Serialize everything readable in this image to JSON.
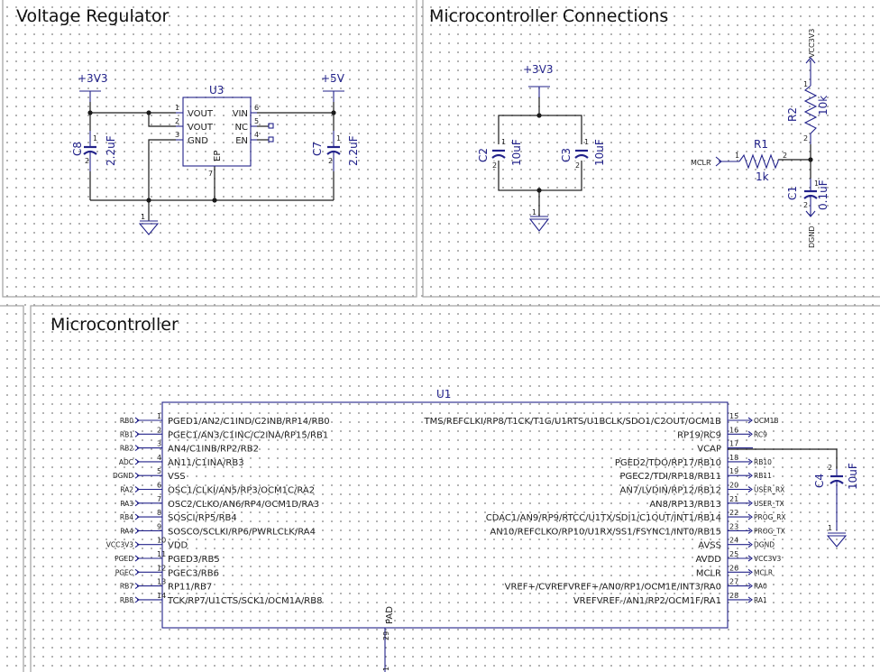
{
  "sheets": {
    "regulator_title": "Voltage Regulator",
    "mcu_conn_title": "Microcontroller Connections",
    "mcu_title": "Microcontroller"
  },
  "regulator": {
    "power_left": "+3V3",
    "power_right": "+5V",
    "u3": {
      "ref": "U3",
      "pins_left": [
        {
          "num": "1",
          "name": "VOUT"
        },
        {
          "num": "2",
          "name": "VOUT"
        },
        {
          "num": "3",
          "name": "GND"
        }
      ],
      "pins_right": [
        {
          "num": "6",
          "name": "VIN"
        },
        {
          "num": "5",
          "name": "NC"
        },
        {
          "num": "4",
          "name": "EN"
        }
      ],
      "pad_name": "EP",
      "pad_num": "7"
    },
    "c8": {
      "ref": "C8",
      "value": "2.2uF",
      "pin1": "1",
      "pin2": "2"
    },
    "c7": {
      "ref": "C7",
      "value": "2.2uF",
      "pin1": "1",
      "pin2": "2"
    },
    "gnd_pin": "1"
  },
  "decoupling": {
    "power": "+3V3",
    "c2": {
      "ref": "C2",
      "value": "10uF",
      "pin1": "1",
      "pin2": "2"
    },
    "c3": {
      "ref": "C3",
      "value": "10uF",
      "pin1": "1",
      "pin2": "2"
    },
    "gnd_pin": "1"
  },
  "reset": {
    "vcc_net": "VCC3V3",
    "r2": {
      "ref": "R2",
      "value": "10k",
      "pin_top": "1",
      "pin_bottom": "2"
    },
    "r1": {
      "ref": "R1",
      "value": "1k",
      "pin_left": "1",
      "pin_right": "2"
    },
    "mclr_net": "MCLR",
    "c1": {
      "ref": "C1",
      "value": "0.1uF",
      "pin1": "1",
      "pin2": "2"
    },
    "gnd_net": "DGND"
  },
  "mcu": {
    "ref": "U1",
    "left_pins": [
      {
        "num": "1",
        "name": "PGED1/AN2/C1IND/C2INB/RP14/RB0",
        "net": "RB0"
      },
      {
        "num": "2",
        "name": "PGEC1/AN3/C1INC/C2INA/RP15/RB1",
        "net": "RB1"
      },
      {
        "num": "3",
        "name": "AN4/C1INB/RP2/RB2",
        "net": "RB2"
      },
      {
        "num": "4",
        "name": "AN11/C1INA/RB3",
        "net": "ADC"
      },
      {
        "num": "5",
        "name": "VSS",
        "net": "DGND"
      },
      {
        "num": "6",
        "name": "OSC1/CLKI/AN5/RP3/OCM1C/RA2",
        "net": "RA2"
      },
      {
        "num": "7",
        "name": "OSC2/CLKO/AN6/RP4/OCM1D/RA3",
        "net": "RA3"
      },
      {
        "num": "8",
        "name": "SOSCI/RP5/RB4",
        "net": "RB4"
      },
      {
        "num": "9",
        "name": "SOSCO/SCLKI/RP6/PWRLCLK/RA4",
        "net": "RA4"
      },
      {
        "num": "10",
        "name": "VDD",
        "net": "VCC3V3"
      },
      {
        "num": "11",
        "name": "PGED3/RB5",
        "net": "PGED"
      },
      {
        "num": "12",
        "name": "PGEC3/RB6",
        "net": "PGEC"
      },
      {
        "num": "13",
        "name": "RP11/RB7",
        "net": "RB7"
      },
      {
        "num": "14",
        "name": "TCK/RP7/U1CTS/SCK1/OCM1A/RB8",
        "net": "RB8"
      }
    ],
    "right_pins": [
      {
        "num": "15",
        "name": "TMS/REFCLKI/RP8/T1CK/T1G/U1RTS/U1BCLK/SDO1/C2OUT/OCM1B",
        "net": "OCM1B"
      },
      {
        "num": "16",
        "name": "RP19/RC9",
        "net": "RC9"
      },
      {
        "num": "17",
        "name": "VCAP",
        "net": ""
      },
      {
        "num": "18",
        "name": "PGED2/TDO/RP17/RB10",
        "net": "RB10"
      },
      {
        "num": "19",
        "name": "PGEC2/TDI/RP18/RB11",
        "net": "RB11"
      },
      {
        "num": "20",
        "name": "AN7/LVDIN/RP12/RB12",
        "net": "USER_RX"
      },
      {
        "num": "21",
        "name": "AN8/RP13/RB13",
        "net": "USER_TX"
      },
      {
        "num": "22",
        "name": "CDAC1/AN9/RP9/RTCC/U1TX/SDI1/C1OUT/INT1/RB14",
        "net": "PROG_RX"
      },
      {
        "num": "23",
        "name": "AN10/REFCLKO/RP10/U1RX/SS1/FSYNC1/INT0/RB15",
        "net": "PROG_TX"
      },
      {
        "num": "24",
        "name": "AVSS",
        "net": "DGND"
      },
      {
        "num": "25",
        "name": "AVDD",
        "net": "VCC3V3"
      },
      {
        "num": "26",
        "name": "MCLR",
        "net": "MCLR"
      },
      {
        "num": "27",
        "name": "VREF+/CVREFVREF+/AN0/RP1/OCM1E/INT3/RA0",
        "net": "RA0"
      },
      {
        "num": "28",
        "name": "VREFVREF-/AN1/RP2/OCM1F/RA1",
        "net": "RA1"
      }
    ],
    "pad": {
      "name": "PAD",
      "num": "29",
      "num2": "1"
    },
    "c4": {
      "ref": "C4",
      "value": "10uF",
      "pin1": "2",
      "pin2": "1"
    }
  }
}
